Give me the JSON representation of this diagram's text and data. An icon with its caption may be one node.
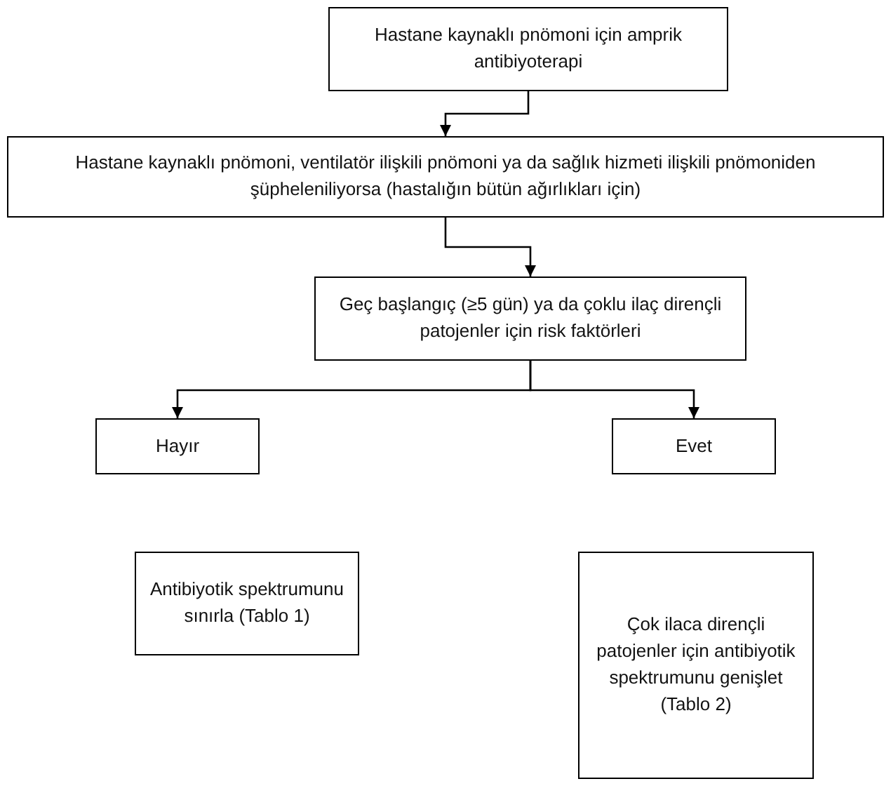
{
  "diagram": {
    "nodes": [
      {
        "text": [
          "Hastane kaynaklı pnömoni için amprik antibiyoterapi"
        ]
      },
      {
        "text": [
          "Hastane kaynaklı pnömoni, ventilatör ilişkili pnömoni ya da sağlık hizmeti ilişkili pnömoniden şüpheleniliyorsa (hastalığın bütün ağırlıkları için)"
        ]
      },
      {
        "text": [
          "Geç başlangıç (≥5 gün) ya da çoklu ilaç dirençli patojenler için risk faktörleri"
        ]
      },
      {
        "text": [
          "Hayır"
        ]
      },
      {
        "text": [
          "Evet"
        ]
      },
      {
        "text": [
          "Antibiyotik spektrumunu sınırla (Tablo 1)"
        ]
      },
      {
        "text": [
          "Çok ilaca dirençli patojenler için antibiyotik spektrumunu genişlet (Tablo 2)"
        ]
      }
    ],
    "edges": [
      {
        "from": 0,
        "to": 1,
        "arrow": "to"
      },
      {
        "from": 1,
        "to": 2,
        "arrow": "to"
      },
      {
        "from": 2,
        "to": 3,
        "arrow": "to"
      },
      {
        "from": 2,
        "to": 4,
        "arrow": "to"
      }
    ]
  }
}
